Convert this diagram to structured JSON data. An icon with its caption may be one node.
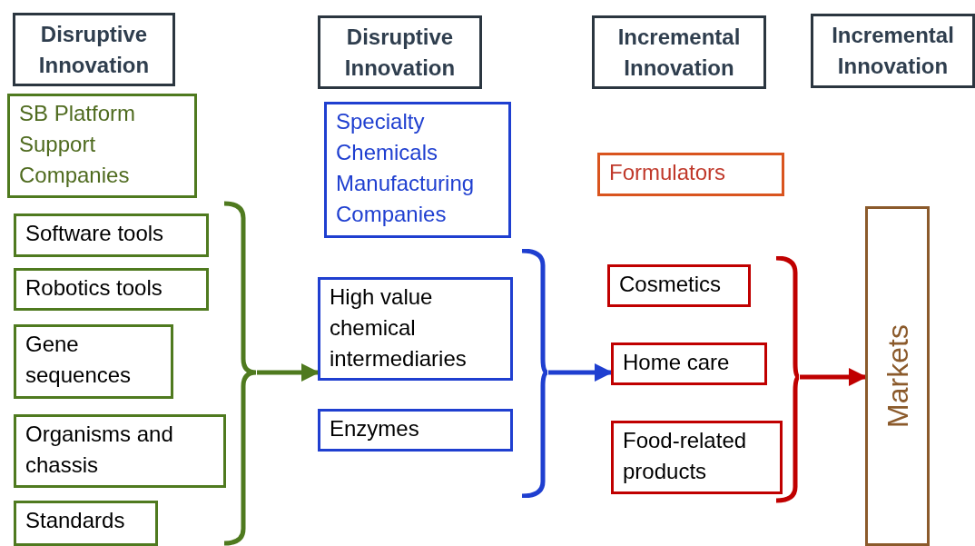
{
  "diagram": {
    "nodes": [
      {
        "text": [
          "Disruptive Innovation"
        ]
      },
      {
        "text": [
          "SB Platform Support Companies"
        ]
      },
      {
        "text": [
          "Software tools"
        ]
      },
      {
        "text": [
          "Robotics tools"
        ]
      },
      {
        "text": [
          "Gene sequences"
        ]
      },
      {
        "text": [
          "Organisms and chassis"
        ]
      },
      {
        "text": [
          "Standards"
        ]
      },
      {
        "text": [
          "Disruptive Innovation"
        ]
      },
      {
        "text": [
          "Specialty Chemicals Manufacturing Companies"
        ]
      },
      {
        "text": [
          "High value chemical intermediaries"
        ]
      },
      {
        "text": [
          "Enzymes"
        ]
      },
      {
        "text": [
          "Incremental Innovation"
        ]
      },
      {
        "text": [
          "Formulators"
        ]
      },
      {
        "text": [
          "Cosmetics"
        ]
      },
      {
        "text": [
          "Home care"
        ]
      },
      {
        "text": [
          "Food-related products"
        ]
      },
      {
        "text": [
          "Incremental Innovation"
        ]
      },
      {
        "text": [
          "Markets"
        ]
      },
      {
        "text": [],
        "shape": "bracket"
      },
      {
        "text": [],
        "shape": "bracket"
      },
      {
        "text": [],
        "shape": "bracket"
      }
    ],
    "edges": [
      {
        "from": 18,
        "to": 9,
        "arrow": "to",
        "color": "#4f7a1f"
      },
      {
        "from": 19,
        "to": 14,
        "arrow": "to",
        "color": "#1f3fd0"
      },
      {
        "from": 20,
        "to": 17,
        "arrow": "to",
        "color": "#c00000"
      }
    ]
  }
}
